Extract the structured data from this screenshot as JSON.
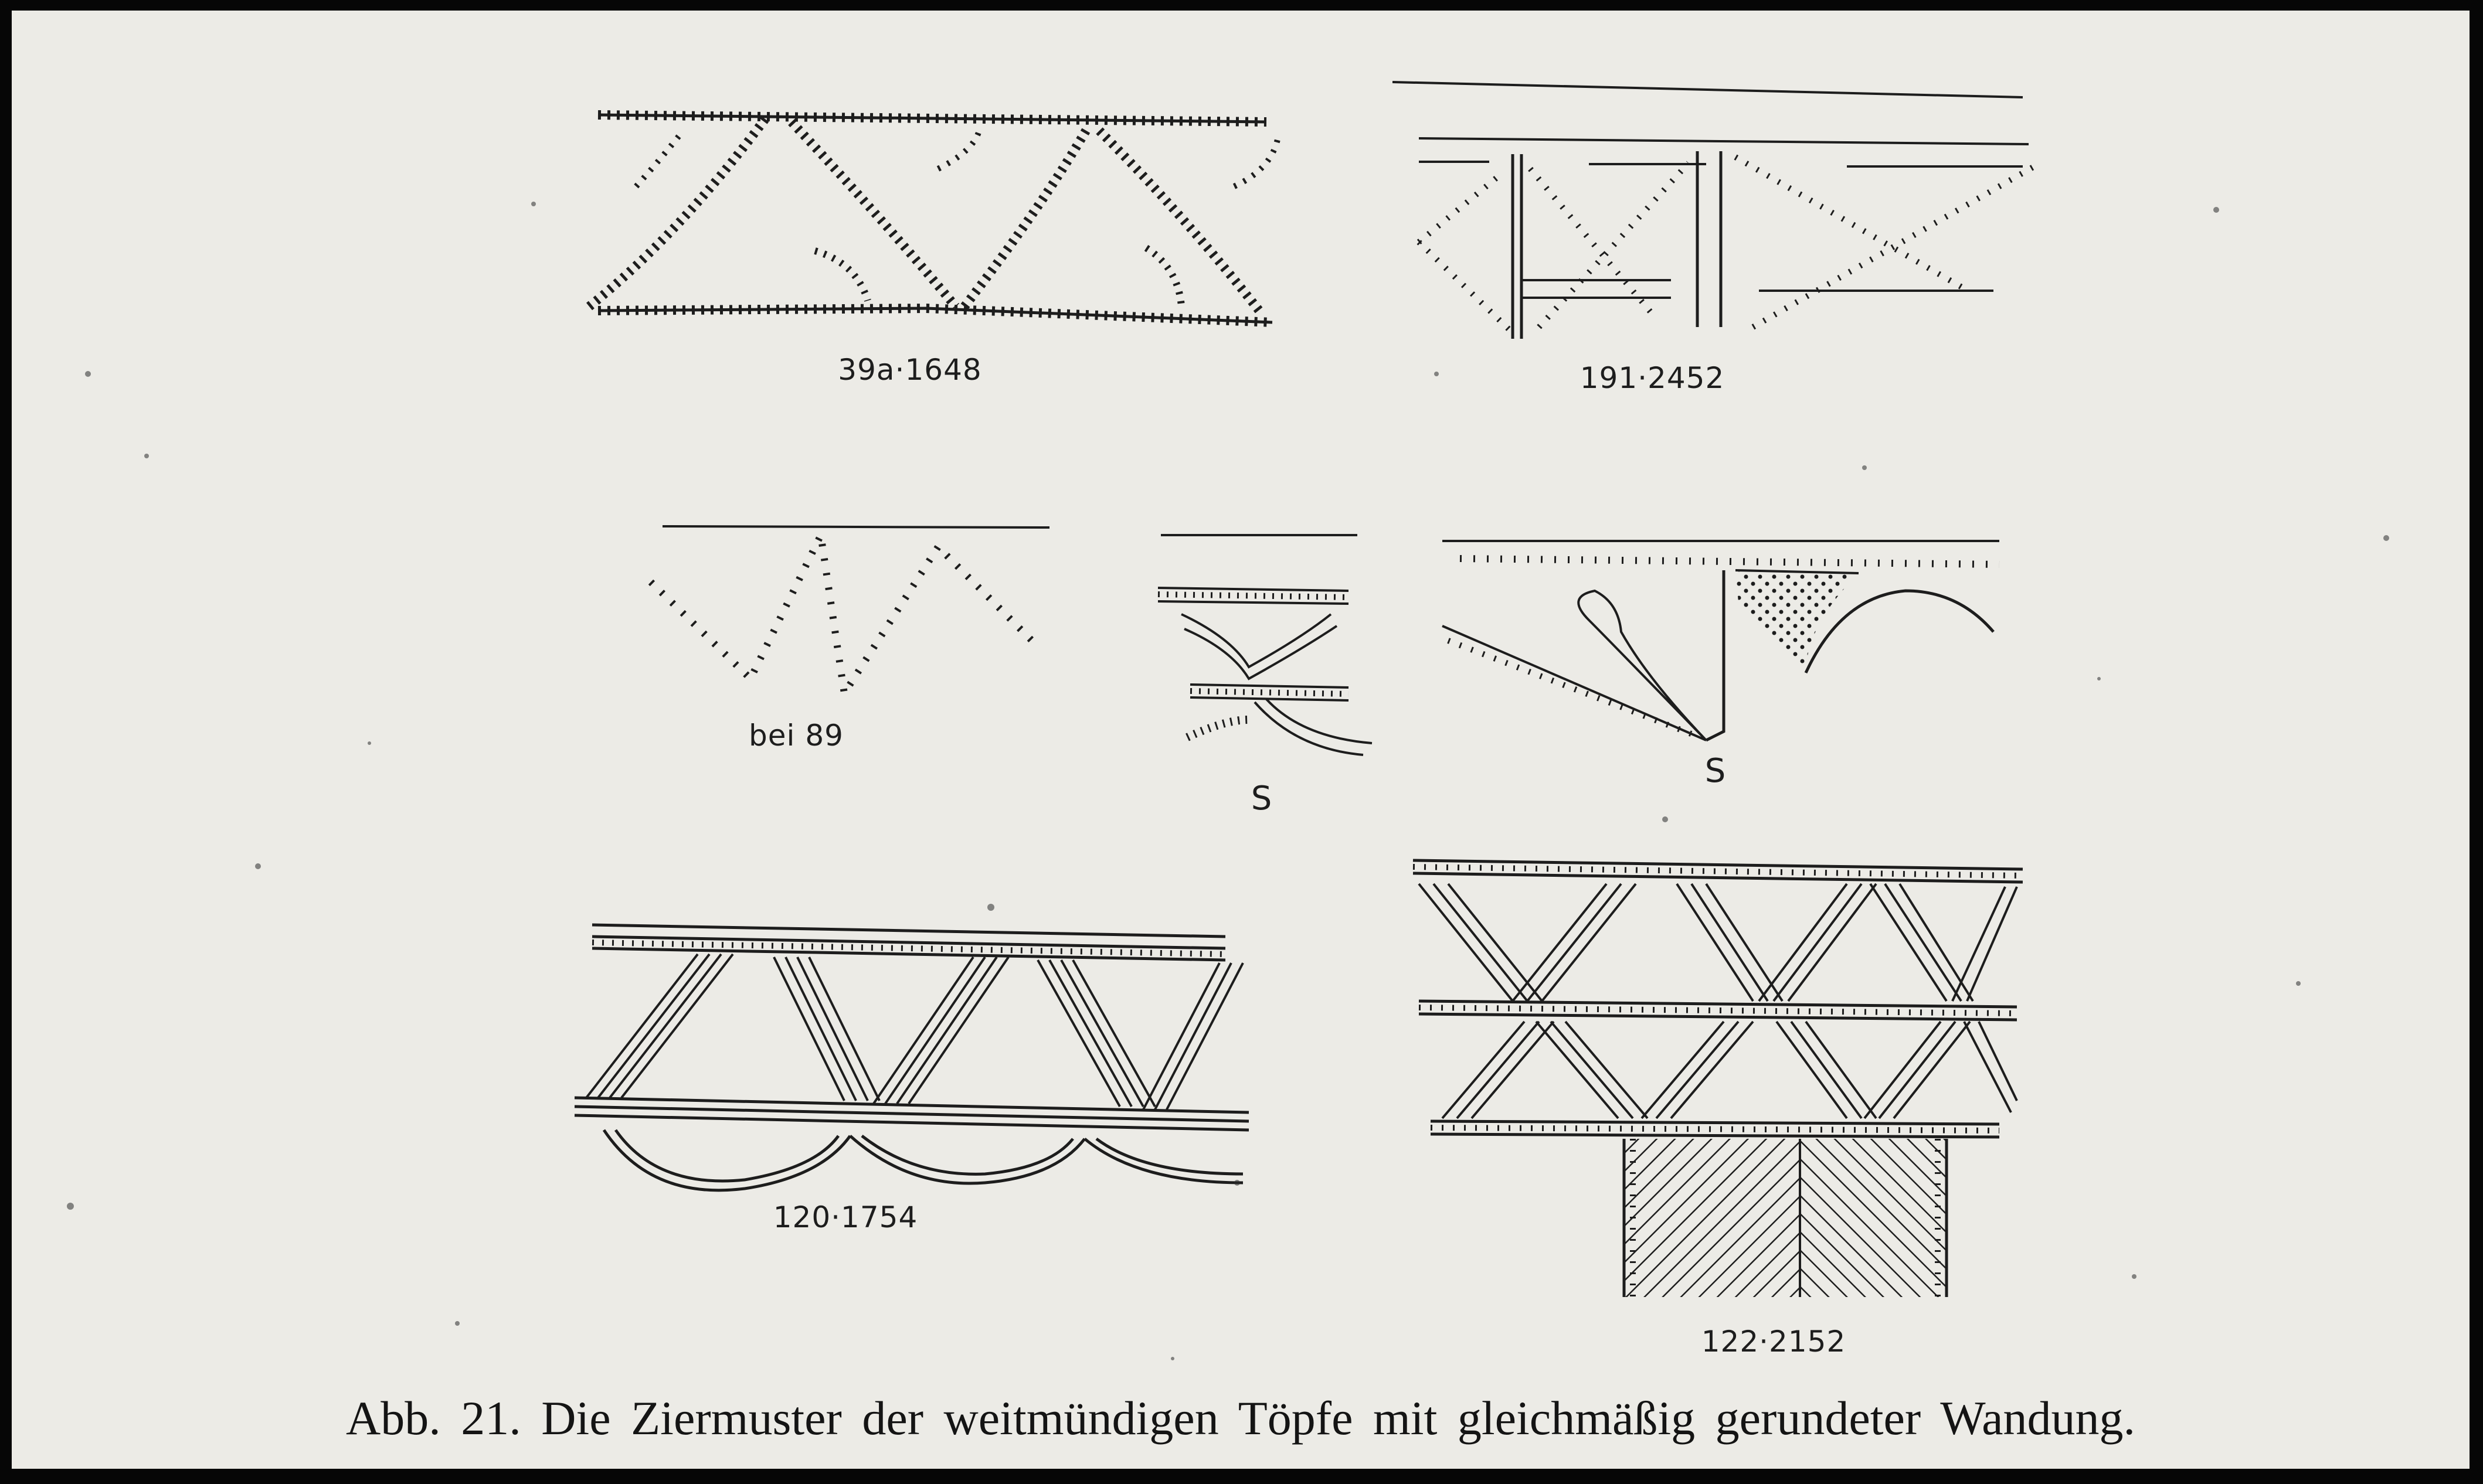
{
  "figures": {
    "fig_39a": {
      "label": "39a·1648"
    },
    "fig_191": {
      "label": "191·2452"
    },
    "fig_89": {
      "label": "bei 89"
    },
    "fig_s1": {
      "label": "S"
    },
    "fig_s2": {
      "label": "S"
    },
    "fig_120": {
      "label": "120·1754"
    },
    "fig_122": {
      "label": "122·2152"
    }
  },
  "caption": "Abb. 21.  Die Ziermuster der weitmündigen Töpfe mit gleichmäßig gerundeter Wandung.",
  "colors": {
    "paper": "#ecebe6",
    "ink": "#1d1d1d",
    "border": "#060606"
  }
}
